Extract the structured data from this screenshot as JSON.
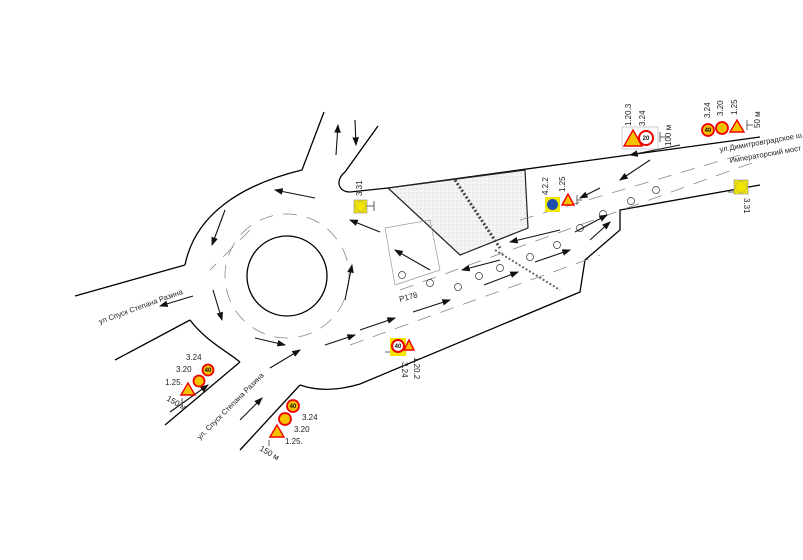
{
  "roads": {
    "right": [
      "ул.Димитровградское ш.",
      "Императорский мост"
    ],
    "left": "ул Спуск Степана Разина",
    "bottom": "ул. Спуск Степана Разина"
  },
  "labels": {
    "p178": "Р178"
  },
  "signs": {
    "top_left_group": {
      "codes": [
        "1.20.3",
        "3.24"
      ],
      "speed": "20",
      "distance": "100 м"
    },
    "top_right_group": {
      "codes": [
        "3.24",
        "3.20",
        "1.25"
      ],
      "speed": "40",
      "distance": "50 м"
    },
    "right_lower": {
      "code": "3.31"
    },
    "center_right": {
      "codes": [
        "4.2.2",
        "1.25"
      ]
    },
    "center_left": {
      "code": "3.31"
    },
    "middle_bottom": {
      "codes": [
        "3.24",
        "1.20.2"
      ],
      "speed": "40"
    },
    "left_bottom": {
      "codes": [
        "3.24",
        "3.20",
        "1.25."
      ],
      "speed": "40",
      "distance": "150 м"
    },
    "bottom": {
      "codes": [
        "3.24",
        "3.20",
        "1.25."
      ],
      "speed": "40",
      "distance": "150 м"
    }
  },
  "colors": {
    "sign_yellow": "#f6c200",
    "sign_red": "#e00000",
    "sign_blue": "#1e4fb0"
  }
}
